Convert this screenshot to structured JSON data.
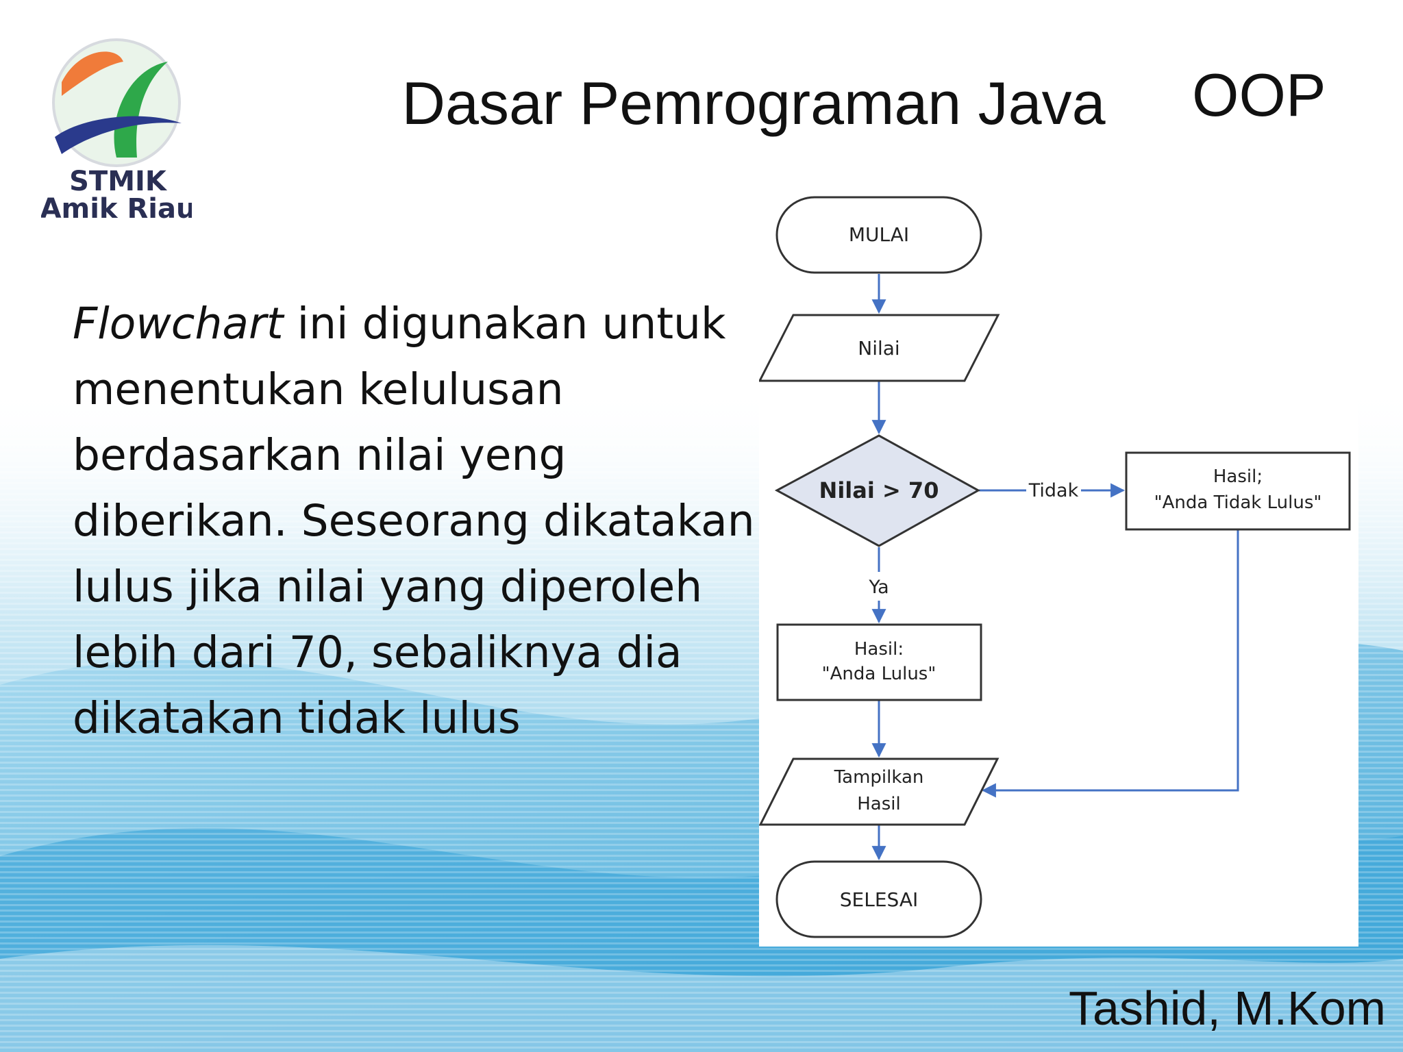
{
  "logo": {
    "line1": "STMIK",
    "line2": "Amik Riau"
  },
  "slide": {
    "title": "Dasar Pemrograman Java",
    "tag": "OOP",
    "body_italic": "Flowchart",
    "body_rest": " ini digunakan untuk menentukan kelulusan berdasarkan nilai yeng diberikan. Seseorang dikatakan lulus jika nilai yang diperoleh lebih dari 70, sebaliknya dia dikatakan tidak lulus",
    "author": "Tashid, M.Kom"
  },
  "flowchart": {
    "start": "MULAI",
    "input": "Nilai",
    "decision": "Nilai > 70",
    "no_label": "Tidak",
    "yes_label": "Ya",
    "fail_line1": "Hasil;",
    "fail_line2": "\"Anda Tidak Lulus\"",
    "pass_line1": "Hasil:",
    "pass_line2": "\"Anda Lulus\"",
    "output_line1": "Tampilkan",
    "output_line2": "Hasil",
    "end": "SELESAI"
  },
  "colors": {
    "arrow": "#4472c4",
    "shape_stroke": "#333333",
    "diamond_fill": "#dfe4f0",
    "wave": "#4aaed8"
  }
}
